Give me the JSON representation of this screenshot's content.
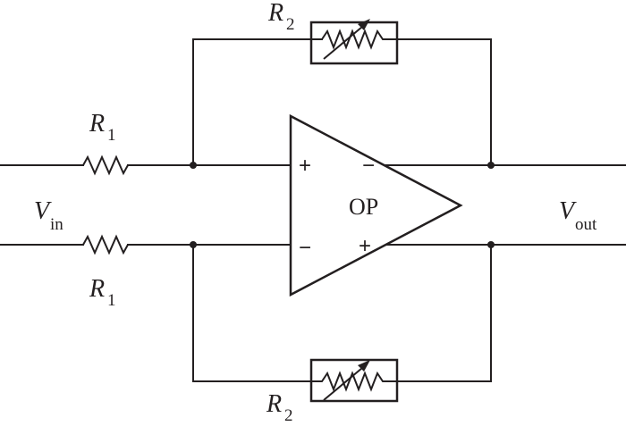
{
  "labels": {
    "r1": "R",
    "r1_sub": "1",
    "r2": "R",
    "r2_sub": "2",
    "vin": "V",
    "vin_sub": "in",
    "vout": "V",
    "vout_sub": "out",
    "op": "OP"
  },
  "pins": {
    "top_left": "+",
    "top_right": "−",
    "bottom_left": "−",
    "bottom_right": "+"
  },
  "colors": {
    "ink": "#231f20",
    "background": "#ffffff"
  }
}
